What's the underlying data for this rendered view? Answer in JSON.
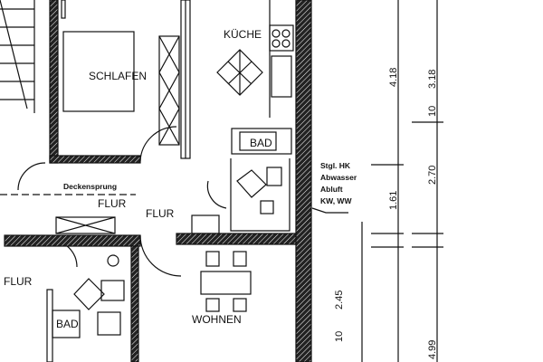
{
  "rooms": {
    "kueche": "KÜCHE",
    "schlafen": "SCHLAFEN",
    "bad_upper": "BAD",
    "flur_1": "FLUR",
    "flur_2": "FLUR",
    "flur_left": "FLUR",
    "bad_lower": "BAD",
    "wohnen": "WOHNEN"
  },
  "notes": {
    "deckensprung": "Deckensprung",
    "shaft": [
      "Stgl. HK",
      "Abwasser",
      "Abluft",
      "KW, WW"
    ]
  },
  "dimensions": {
    "outer": [
      "4.18",
      "1.61"
    ],
    "inner": [
      "3.18",
      "10",
      "2.70",
      "4.99"
    ],
    "wall": [
      "2.45",
      "10"
    ]
  },
  "colors": {
    "line": "#111111",
    "background": "#ffffff"
  }
}
